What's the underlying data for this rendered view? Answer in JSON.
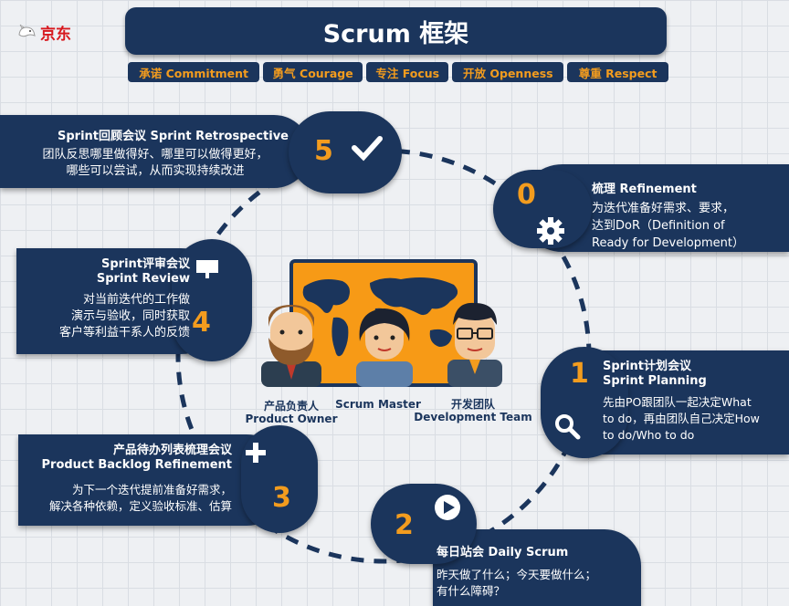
{
  "logo": {
    "text": "京东"
  },
  "title": "Scrum 框架",
  "values": [
    "承诺 Commitment",
    "勇气 Courage",
    "专注 Focus",
    "开放 Openness",
    "尊重 Respect"
  ],
  "colors": {
    "navy": "#1b355c",
    "orange": "#f39c1e",
    "logo_red": "#d7191f"
  },
  "events": [
    {
      "number": "0",
      "title": "梳理 Refinement",
      "desc": [
        "为迭代准备好需求、要求，",
        "达到DoR（Definition of",
        "Ready for Development）"
      ],
      "icon": "gear-icon"
    },
    {
      "number": "1",
      "title": [
        "Sprint计划会议",
        "Sprint Planning"
      ],
      "desc": [
        "先由PO跟团队一起决定What",
        "to do，再由团队自己决定How",
        "to do/Who to do"
      ],
      "icon": "magnifier-icon"
    },
    {
      "number": "2",
      "title": "每日站会 Daily Scrum",
      "desc": [
        "昨天做了什么；今天要做什么；",
        "有什么障碍？"
      ],
      "icon": "play-icon"
    },
    {
      "number": "3",
      "title": [
        "产品待办列表梳理会议",
        "Product Backlog Refinement"
      ],
      "desc": [
        "为下一个迭代提前准备好需求，",
        "解决各种依赖，定义验收标准、估算"
      ],
      "icon": "plus-icon"
    },
    {
      "number": "4",
      "title": [
        "Sprint评审会议",
        "Sprint Review"
      ],
      "desc": [
        "对当前迭代的工作做",
        "演示与验收，同时获取",
        "客户等利益干系人的反馈"
      ],
      "icon": "presentation-icon"
    },
    {
      "number": "5",
      "title": "Sprint回顾会议 Sprint Retrospective",
      "desc": [
        "团队反思哪里做得好、哪里可以做得更好，",
        "哪些可以尝试，从而实现持续改进"
      ],
      "icon": "checkmark-icon"
    }
  ],
  "roles": [
    {
      "zh": "产品负责人",
      "en": "Product Owner"
    },
    {
      "zh": "",
      "en": "Scrum Master"
    },
    {
      "zh": "开发团队",
      "en": "Development Team"
    }
  ]
}
